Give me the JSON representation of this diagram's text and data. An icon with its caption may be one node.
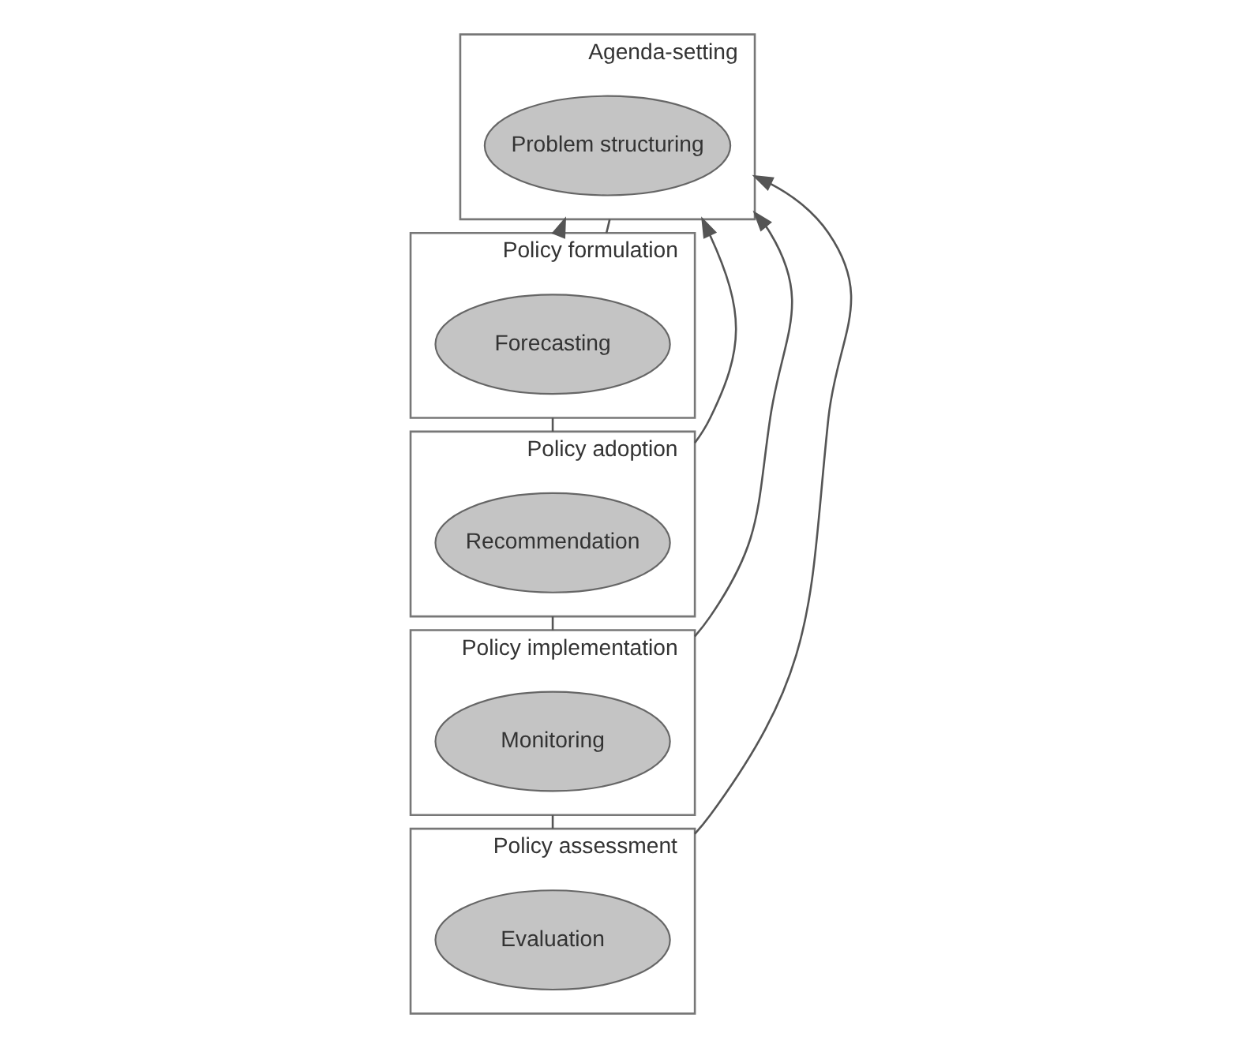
{
  "diagram": {
    "nodes": [
      {
        "text": [
          "Agenda-setting"
        ]
      },
      {
        "text": [
          "Problem structuring"
        ],
        "in": 0
      },
      {
        "text": [
          "Policy formulation"
        ]
      },
      {
        "text": [
          "Forecasting"
        ],
        "in": 2
      },
      {
        "text": [
          "Policy adoption"
        ]
      },
      {
        "text": [
          "Recommendation"
        ],
        "in": 4
      },
      {
        "text": [
          "Policy implementation"
        ]
      },
      {
        "text": [
          "Monitoring"
        ],
        "in": 6
      },
      {
        "text": [
          "Policy assessment"
        ]
      },
      {
        "text": [
          "Evaluation"
        ],
        "in": 8
      }
    ],
    "edges": [
      {
        "from": 0,
        "to": 2,
        "arrow": "none"
      },
      {
        "from": 2,
        "to": 4,
        "arrow": "none"
      },
      {
        "from": 4,
        "to": 6,
        "arrow": "none"
      },
      {
        "from": 6,
        "to": 8,
        "arrow": "none"
      },
      {
        "from": 2,
        "to": 0,
        "arrow": "to"
      },
      {
        "from": 4,
        "to": 0,
        "arrow": "to"
      },
      {
        "from": 6,
        "to": 0,
        "arrow": "to"
      },
      {
        "from": 8,
        "to": 0,
        "arrow": "to"
      }
    ]
  }
}
